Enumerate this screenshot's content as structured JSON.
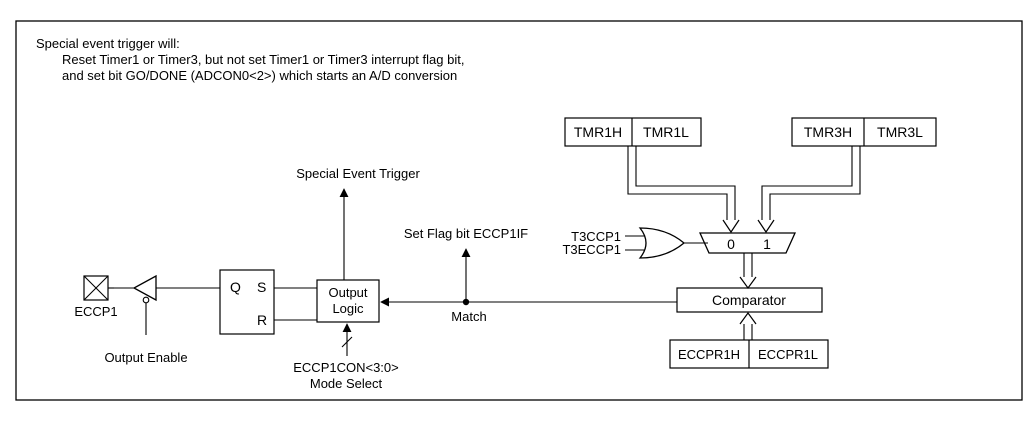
{
  "note": {
    "line1": "Special event trigger will:",
    "line2": "Reset Timer1 or Timer3, but not set Timer1 or Timer3 interrupt flag bit,",
    "line3": "and set bit GO/DONE (ADCON0<2>) which starts an A/D conversion"
  },
  "registers": {
    "tmr1h": "TMR1H",
    "tmr1l": "TMR1L",
    "tmr3h": "TMR3H",
    "tmr3l": "TMR3L",
    "eccpr1h": "ECCPR1H",
    "eccpr1l": "ECCPR1L"
  },
  "mux": {
    "in0": "0",
    "in1": "1"
  },
  "gate_inputs": {
    "a": "T3CCP1",
    "b": "T3ECCP1"
  },
  "blocks": {
    "comparator": "Comparator",
    "output_logic_1": "Output",
    "output_logic_2": "Logic",
    "latch_q": "Q",
    "latch_s": "S",
    "latch_r": "R"
  },
  "labels": {
    "special_event_trigger": "Special Event Trigger",
    "set_flag": "Set Flag bit ECCP1IF",
    "match": "Match",
    "pin": "ECCP1",
    "output_enable": "Output Enable",
    "mode_select_1": "ECCP1CON<3:0>",
    "mode_select_2": "Mode Select"
  }
}
